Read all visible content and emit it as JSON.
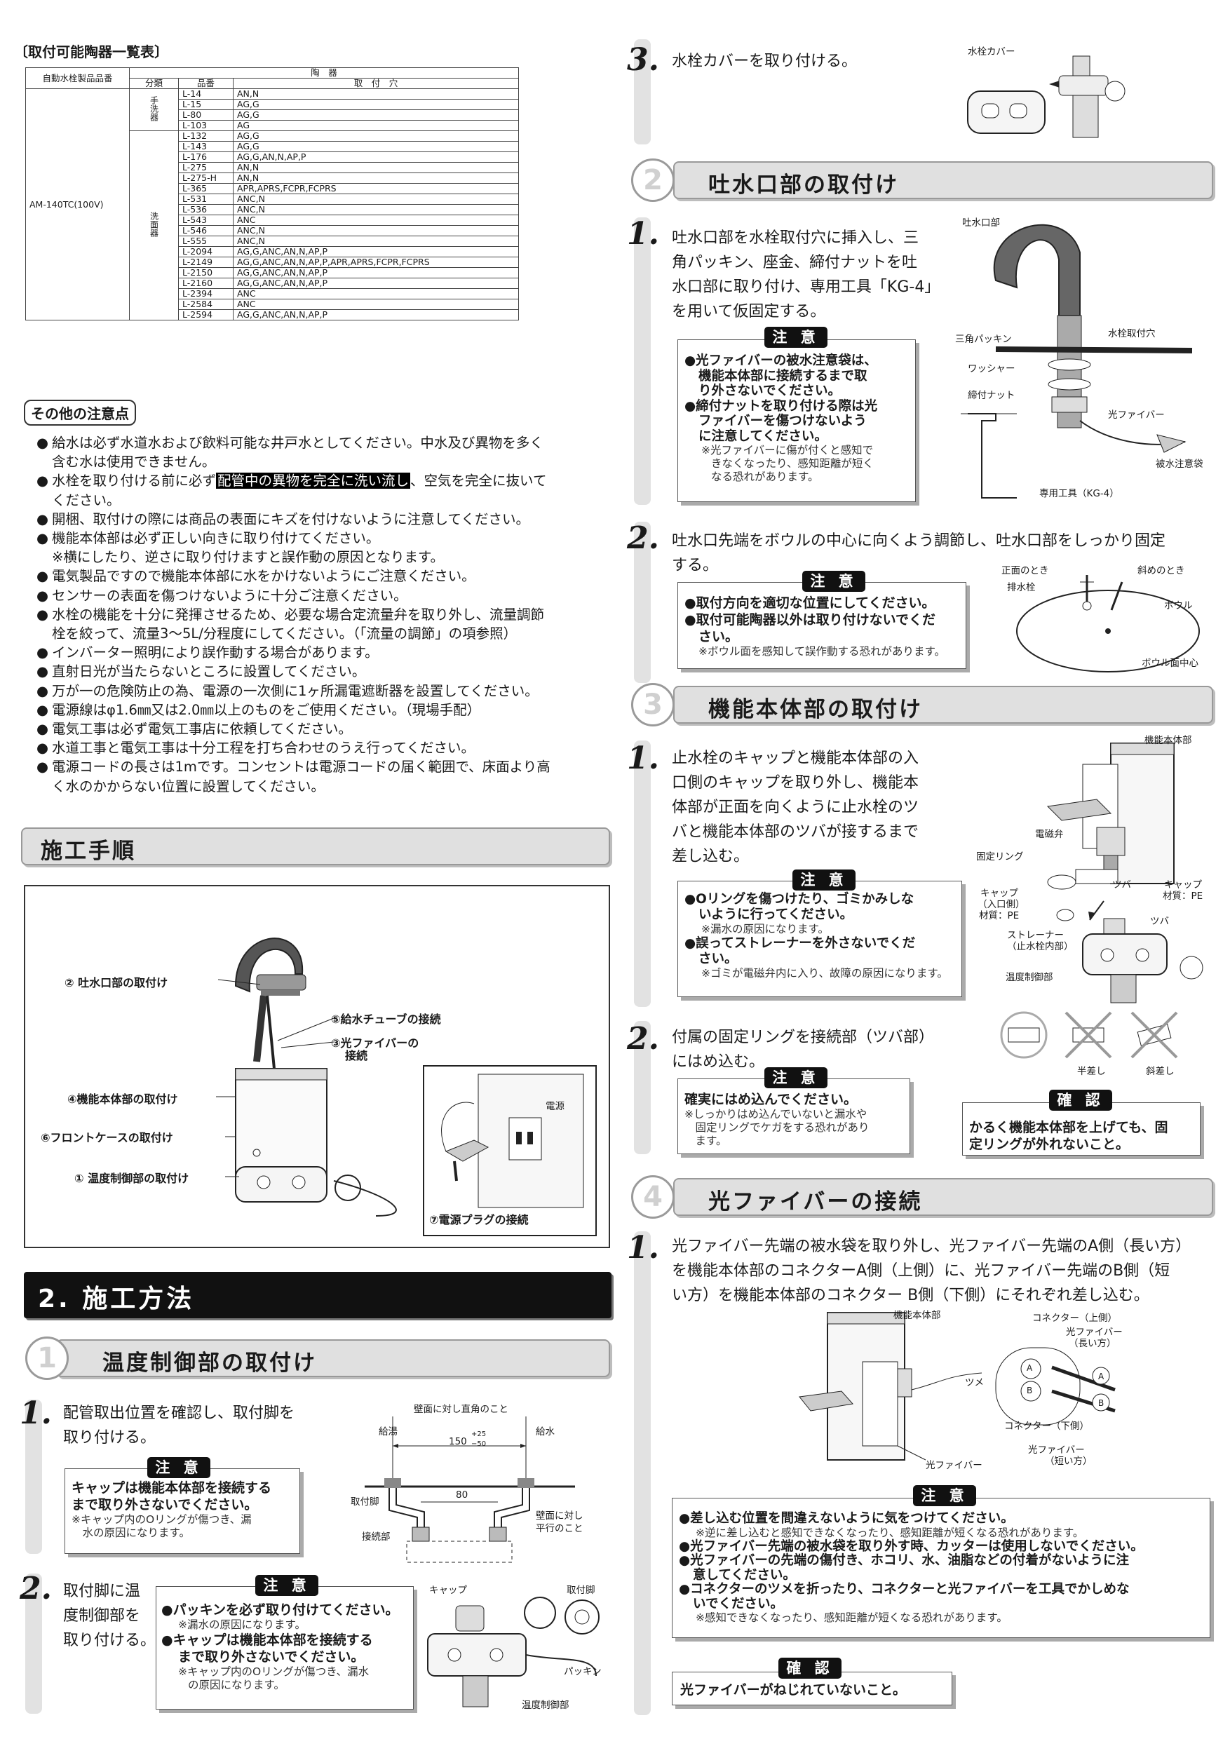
{
  "compat": {
    "heading": "〔取付可能陶器一覧表〕",
    "col_product": "自動水栓製品品番",
    "col_ceramic": "陶　器",
    "col_category": "分類",
    "col_partno": "品番",
    "col_holes": "取　付　穴",
    "product": "AM-140TC(100V)",
    "cat_hand": "手洗器",
    "cat_face": "洗面器",
    "rows": [
      [
        "L-14",
        "AN,N"
      ],
      [
        "L-15",
        "AG,G"
      ],
      [
        "L-80",
        "AG,G"
      ],
      [
        "L-103",
        "AG"
      ],
      [
        "L-132",
        "AG,G"
      ],
      [
        "L-143",
        "AG,G"
      ],
      [
        "L-176",
        "AG,G,AN,N,AP,P"
      ],
      [
        "L-275",
        "AN,N"
      ],
      [
        "L-275-H",
        "AN,N"
      ],
      [
        "L-365",
        "APR,APRS,FCPR,FCPRS"
      ],
      [
        "L-531",
        "ANC,N"
      ],
      [
        "L-536",
        "ANC,N"
      ],
      [
        "L-543",
        "ANC"
      ],
      [
        "L-546",
        "ANC,N"
      ],
      [
        "L-555",
        "ANC,N"
      ],
      [
        "L-2094",
        "AG,G,ANC,AN,N,AP,P"
      ],
      [
        "L-2149",
        "AG,G,ANC,AN,N,AP,P,APR,APRS,FCPR,FCPRS"
      ],
      [
        "L-2150",
        "AG,G,ANC,AN,N,AP,P"
      ],
      [
        "L-2160",
        "AG,G,ANC,AN,N,AP,P"
      ],
      [
        "L-2394",
        "ANC"
      ],
      [
        "L-2584",
        "ANC"
      ],
      [
        "L-2594",
        "AG,G,ANC,AN,N,AP,P"
      ]
    ]
  },
  "notes": {
    "heading": "その他の注意点",
    "items": [
      [
        "給水は必ず水道水および飲料可能な井戸水としてください。中水及び異物を多く",
        "含む水は使用できません。"
      ],
      [
        "水栓を取り付ける前に必ず",
        "配管中の異物を完全に洗い流し",
        "、空気を完全に抜いて",
        "ください。"
      ],
      [
        "開梱、取付けの際には商品の表面にキズを付けないように注意してください。"
      ],
      [
        "機能本体部は必ず正しい向きに取り付けてください。",
        "※横にしたり、逆さに取り付けますと誤作動の原因となります。"
      ],
      [
        "電気製品ですので機能本体部に水をかけないようにご注意ください。"
      ],
      [
        "センサーの表面を傷つけないように十分ご注意ください。"
      ],
      [
        "水栓の機能を十分に発揮させるため、必要な場合定流量弁を取り外し、流量調節",
        "栓を絞って、流量3～5L/分程度にしてください。（「流量の調節」の項参照）"
      ],
      [
        "インバーター照明により誤作動する場合があります。"
      ],
      [
        "直射日光が当たらないところに設置してください。"
      ],
      [
        "万が一の危険防止の為、電源の一次側に1ヶ所漏電遮断器を設置してください。"
      ],
      [
        "電源線はφ1.6㎜又は2.0㎜以上のものをご使用ください。（現場手配）"
      ],
      [
        "電気工事は必ず電気工事店に依頼してください。"
      ],
      [
        "水道工事と電気工事は十分工程を打ち合わせのうえ行ってください。"
      ],
      [
        "電源コードの長さは1mです。コンセントは電源コードの届く範囲で、床面より高",
        "く水のかからない位置に設置してください。"
      ]
    ]
  },
  "procedure": {
    "heading": "施工手順",
    "labels": [
      "② 吐水口部の取付け",
      "⑤給水チューブの接続",
      "③光ファイバーの",
      "接続",
      "④機能本体部の取付け",
      "⑥フロントケースの取付け",
      "① 温度制御部の取付け",
      "⑦電源プラグの接続",
      "電源"
    ]
  },
  "method": {
    "heading": "2. 施工方法"
  },
  "s1": {
    "num": "1",
    "title": "温度制御部の取付け",
    "step1": [
      "配管取出位置を確認し、取付脚を",
      "取り付ける。"
    ],
    "note1_label": "注 意",
    "note1": [
      "キャップは機能本体部を接続する",
      "まで取り外さないでください。",
      "※キャップ内のOリングが傷つき、漏",
      "　水の原因になります。"
    ],
    "diagram1": [
      "壁面に対し直角のこと",
      "給湯",
      "給水",
      "150",
      "+25",
      "−50",
      "80",
      "取付脚",
      "接続部",
      "壁面に対し",
      "平行のこと"
    ],
    "step2": [
      "取付脚に温",
      "度制御部を",
      "取り付ける。"
    ],
    "note2_label": "注 意",
    "note2": [
      "●パッキンを必ず取り付けてください。",
      "※漏水の原因になります。",
      "●キャップは機能本体部を接続する",
      "まで取り外さないでください。",
      "※キャップ内のOリングが傷つき、漏水",
      "の原因になります。"
    ],
    "diagram2": [
      "キャップ",
      "取付脚",
      "パッキン",
      "温度制御部"
    ]
  },
  "s0": {
    "step3": "水栓カバーを取り付ける。",
    "label": "水栓カバー"
  },
  "s2": {
    "num": "2",
    "title": "吐水口部の取付け",
    "step1": [
      "吐水口部を水栓取付穴に挿入し、三",
      "角パッキン、座金、締付ナットを吐",
      "水口部に取り付け、専用工具「KG-4」",
      "を用いて仮固定する。"
    ],
    "note1_label": "注 意",
    "note1": [
      "●光ファイバーの被水注意袋は、",
      "機能本体部に接続するまで取",
      "り外さないでください。",
      "●締付ナットを取り付ける際は光",
      "ファイバーを傷つけないよう",
      "に注意してください。",
      "※光ファイバーに傷が付くと感知で",
      "きなくなったり、感知距離が短く",
      "なる恐れがあります。"
    ],
    "diagram1": [
      "吐水口部",
      "水栓取付穴",
      "三角パッキン",
      "ワッシャー",
      "締付ナット",
      "光ファイバー",
      "被水注意袋",
      "専用工具（KG-4）"
    ],
    "step2": [
      "吐水口先端をボウルの中心に向くよう調節し、吐水口部をしっかり固定",
      "する。"
    ],
    "note2_label": "注 意",
    "note2": [
      "●取付方向を適切な位置にしてください。",
      "●取付可能陶器以外は取り付けないでくだ",
      "さい。",
      "※ボウル面を感知して誤作動する恐れがあります。"
    ],
    "diagram2": [
      "正面のとき",
      "斜めのとき",
      "排水栓",
      "ボウル",
      "ボウル面中心"
    ]
  },
  "s3": {
    "num": "3",
    "title": "機能本体部の取付け",
    "step1": [
      "止水栓のキャップと機能本体部の入",
      "口側のキャップを取り外し、機能本",
      "体部が正面を向くように止水栓のツ",
      "バと機能本体部のツバが接するまで",
      "差し込む。"
    ],
    "note1_label": "注 意",
    "note1": [
      "●Oリングを傷つけたり、ゴミかみしな",
      "いように行ってください。",
      "※漏水の原因になります。",
      "●誤ってストレーナーを外さないでくだ",
      "さい。",
      "※ゴミが電磁弁内に入り、故障の原因になります。"
    ],
    "diagram1": [
      "機能本体部",
      "電磁弁",
      "固定リング",
      "ツバ",
      "キャップ",
      "（入口側）",
      "材質：PE",
      "キャップ",
      "材質：PE",
      "ツバ",
      "ストレーナー",
      "（止水栓内部）",
      "温度制御部"
    ],
    "step2": [
      "付属の固定リングを接続部（ツバ部）",
      "にはめ込む。"
    ],
    "note2_label": "注 意",
    "note2": [
      "確実にはめ込んでください。",
      "※しっかりはめ込んでいないと漏水や",
      "　固定リングでケガをする恐れがあり",
      "　ます。"
    ],
    "confirm_label": "確 認",
    "confirm": [
      "かるく機能本体部を上げても、固",
      "定リングが外れないこと。"
    ],
    "diagram2": [
      "半差し",
      "斜差し"
    ]
  },
  "s4": {
    "num": "4",
    "title": "光ファイバーの接続",
    "step1": [
      "光ファイバー先端の被水袋を取り外し、光ファイバー先端のA側（長い方）",
      "を機能本体部のコネクターA側（上側）に、光ファイバー先端のB側（短",
      "い方）を機能本体部のコネクター B側（下側）にそれぞれ差し込む。"
    ],
    "diagram": [
      "機能本体部",
      "コネクター（上側）",
      "光ファイバー",
      "（長い方）",
      "ツメ",
      "コネクター（下側）",
      "光ファイバー",
      "（短い方）",
      "光ファイバー",
      "A",
      "B",
      "A",
      "B"
    ],
    "note_label": "注 意",
    "note": [
      "●差し込む位置を間違えないように気をつけてください。",
      "※逆に差し込むと感知できなくなったり、感知距離が短くなる恐れがあります。",
      "●光ファイバー先端の被水袋を取り外す時、カッターは使用しないでください。",
      "●光ファイバーの先端の傷付き、ホコリ、水、油脂などの付着がないように注",
      "意してください。",
      "●コネクターのツメを折ったり、コネクターと光ファイバーを工具でかしめな",
      "いでください。",
      "※感知できなくなったり、感知距離が短くなる恐れがあります。"
    ],
    "confirm_label": "確 認",
    "confirm": "光ファイバーがねじれていないこと。"
  }
}
